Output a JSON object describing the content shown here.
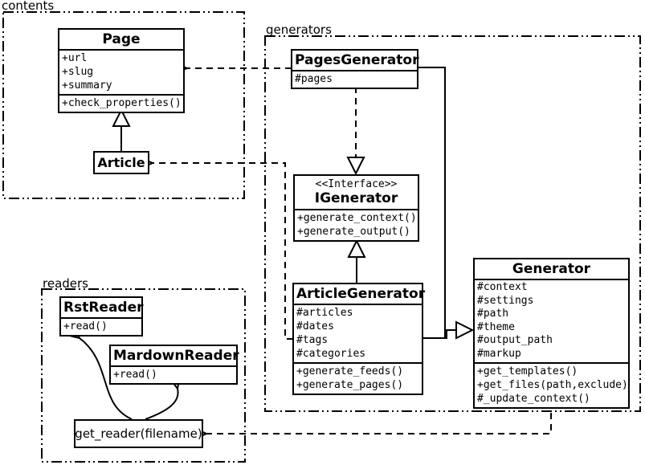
{
  "diagram": {
    "kind": "uml-class-diagram",
    "colors": {
      "ink": "#000000",
      "paper": "#ffffff"
    }
  },
  "packages": {
    "contents": {
      "label": "contents"
    },
    "generators": {
      "label": "generators"
    },
    "readers": {
      "label": "readers"
    }
  },
  "classes": {
    "page": {
      "name": "Page",
      "attributes": [
        "+url",
        "+slug",
        "+summary"
      ],
      "methods": [
        "+check_properties()"
      ]
    },
    "article": {
      "name": "Article"
    },
    "pages_generator": {
      "name": "PagesGenerator",
      "attributes": [
        "#pages"
      ]
    },
    "igenerator": {
      "stereotype": "<<Interface>>",
      "name": "IGenerator",
      "methods": [
        "+generate_context()",
        "+generate_output()"
      ]
    },
    "article_generator": {
      "name": "ArticleGenerator",
      "attributes": [
        "#articles",
        "#dates",
        "#tags",
        "#categories"
      ],
      "methods": [
        "+generate_feeds()",
        "+generate_pages()"
      ]
    },
    "generator": {
      "name": "Generator",
      "attributes": [
        "#context",
        "#settings",
        "#path",
        "#theme",
        "#output_path",
        "#markup"
      ],
      "methods": [
        "+get_templates()",
        "+get_files(path,exclude)",
        "#_update_context()"
      ]
    },
    "rst_reader": {
      "name": "RstReader",
      "methods": [
        "+read()"
      ]
    },
    "mardown_reader": {
      "name": "MardownReader",
      "methods": [
        "+read()"
      ]
    },
    "get_reader": {
      "name": "get_reader(filename)"
    }
  },
  "relations": [
    {
      "from": "Article",
      "to": "Page",
      "type": "inheritance"
    },
    {
      "from": "PagesGenerator",
      "to": "Page",
      "type": "dependency"
    },
    {
      "from": "ArticleGenerator",
      "to": "Article",
      "type": "dependency"
    },
    {
      "from": "PagesGenerator",
      "to": "IGenerator",
      "type": "realization"
    },
    {
      "from": "ArticleGenerator",
      "to": "IGenerator",
      "type": "inheritance"
    },
    {
      "from": "PagesGenerator",
      "to": "Generator",
      "type": "inheritance"
    },
    {
      "from": "ArticleGenerator",
      "to": "Generator",
      "type": "inheritance"
    },
    {
      "from": "Generator",
      "to": "get_reader(filename)",
      "type": "dependency"
    },
    {
      "from": "get_reader(filename)",
      "to": "RstReader",
      "type": "association"
    },
    {
      "from": "get_reader(filename)",
      "to": "MardownReader",
      "type": "association"
    }
  ]
}
